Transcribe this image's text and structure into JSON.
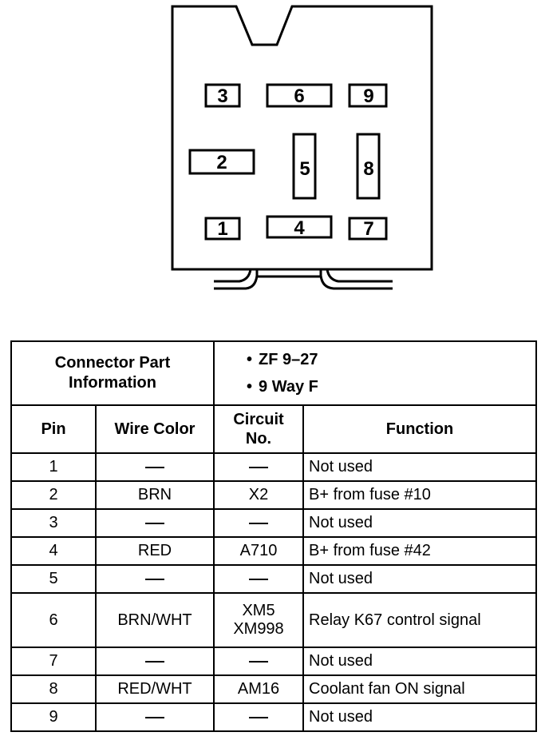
{
  "connector": {
    "pins": [
      {
        "id": 1,
        "label": "1"
      },
      {
        "id": 2,
        "label": "2"
      },
      {
        "id": 3,
        "label": "3"
      },
      {
        "id": 4,
        "label": "4"
      },
      {
        "id": 5,
        "label": "5"
      },
      {
        "id": 6,
        "label": "6"
      },
      {
        "id": 7,
        "label": "7"
      },
      {
        "id": 8,
        "label": "8"
      },
      {
        "id": 9,
        "label": "9"
      }
    ]
  },
  "table": {
    "part_info_label_line1": "Connector Part",
    "part_info_label_line2": "Information",
    "part_info_bullet": "•",
    "part_info_items": [
      "ZF 9–27",
      "9 Way F"
    ],
    "headers": {
      "pin": "Pin",
      "wire_color": "Wire Color",
      "circuit_line1": "Circuit",
      "circuit_line2": "No.",
      "function": "Function"
    },
    "rows": [
      {
        "pin": "1",
        "wire_color": "",
        "circuit": [
          ""
        ],
        "function": "Not used"
      },
      {
        "pin": "2",
        "wire_color": "BRN",
        "circuit": [
          "X2"
        ],
        "function": "B+ from fuse #10"
      },
      {
        "pin": "3",
        "wire_color": "",
        "circuit": [
          ""
        ],
        "function": "Not used"
      },
      {
        "pin": "4",
        "wire_color": "RED",
        "circuit": [
          "A710"
        ],
        "function": "B+ from fuse #42"
      },
      {
        "pin": "5",
        "wire_color": "",
        "circuit": [
          ""
        ],
        "function": "Not used"
      },
      {
        "pin": "6",
        "wire_color": "BRN/WHT",
        "circuit": [
          "XM5",
          "XM998"
        ],
        "function": "Relay K67 control signal"
      },
      {
        "pin": "7",
        "wire_color": "",
        "circuit": [
          ""
        ],
        "function": "Not used"
      },
      {
        "pin": "8",
        "wire_color": "RED/WHT",
        "circuit": [
          "AM16"
        ],
        "function": "Coolant fan ON signal"
      },
      {
        "pin": "9",
        "wire_color": "",
        "circuit": [
          ""
        ],
        "function": "Not used"
      }
    ]
  }
}
